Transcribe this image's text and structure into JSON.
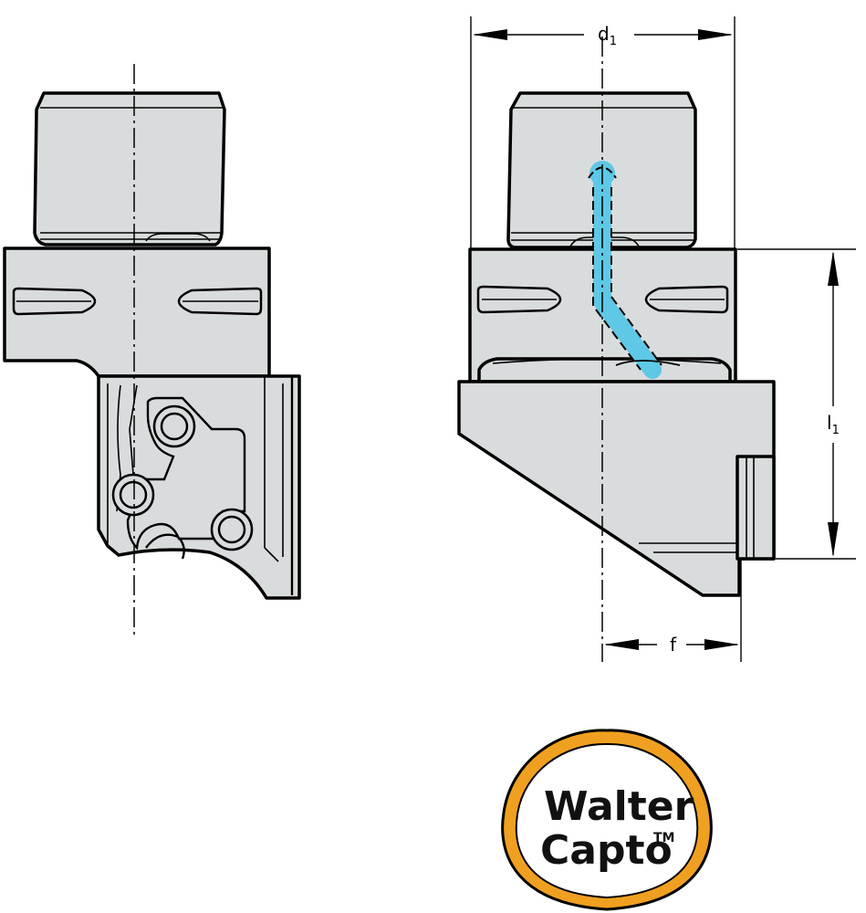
{
  "dimensions": {
    "d1": {
      "main": "d",
      "sub": "1"
    },
    "l1": {
      "main": "l",
      "sub": "1"
    },
    "f": {
      "main": "f"
    }
  },
  "logo": {
    "line1": "Walter",
    "line2": "Capto",
    "trademark": "TM"
  },
  "colors": {
    "body_fill": "#d9dcdd",
    "outline": "#000000",
    "coolant": "#5ec8e6",
    "logo_ring": "#f0a020"
  }
}
